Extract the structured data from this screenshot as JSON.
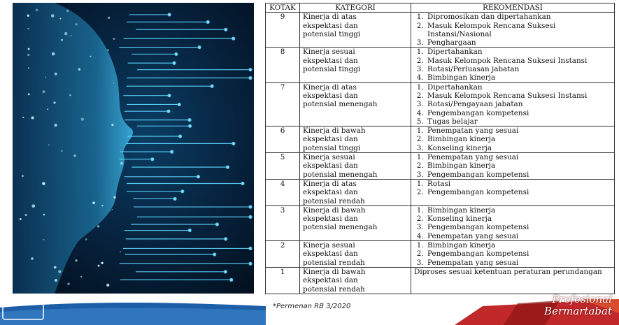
{
  "table": {
    "headers": {
      "kotak": "KOTAK",
      "kategori": "KATEGORI",
      "rekomendasi": "REKOMENDASI"
    },
    "rows": [
      {
        "kotak": "9",
        "kategori": [
          "Kinerja di atas",
          "ekspektasi dan",
          "potensial tinggi"
        ],
        "rekomendasi": [
          "Dipromosikan dan dipertahankan",
          "Masuk Kelompok Rencana Suksesi Instansi/Nasional",
          "Penghargaan"
        ]
      },
      {
        "kotak": "8",
        "kategori": [
          "Kinerja sesuai",
          "ekspektasi dan",
          "potensial tinggi"
        ],
        "rekomendasi": [
          "Dipertahankan",
          "Masuk Kelompok Rencana Suksesi Instansi",
          "Rotasi/Perluasan jabatan",
          "Bimbingan kinerja"
        ]
      },
      {
        "kotak": "7",
        "kategori": [
          "Kinerja di atas",
          "ekspektasi dan",
          "potensial menengah"
        ],
        "rekomendasi": [
          "Dipertahankan",
          "Masuk Kelompok Rencana Suksesi Instansi",
          "Rotasi/Pengayaan jabatan",
          "Pengembangan kompetensi",
          "Tugas belajar"
        ]
      },
      {
        "kotak": "6",
        "kategori": [
          "Kinerja di bawah",
          "ekspektasi dan",
          "potensial tinggi"
        ],
        "rekomendasi": [
          "Penempatan yang sesuai",
          "Bimbingan kinerja",
          "Konseling kinerja"
        ]
      },
      {
        "kotak": "5",
        "kategori": [
          "Kinerja sesuai",
          "ekspektasi dan",
          "potensial menengah"
        ],
        "rekomendasi": [
          "Penempatan yang sesuai",
          "Bimbingan kinerja",
          "Pengembangan kompetensi"
        ]
      },
      {
        "kotak": "4",
        "kategori": [
          "Kinerja di atas",
          "ekspektasi dan",
          "potensial rendah"
        ],
        "rekomendasi": [
          "Rotasi",
          "Pengembangan kompetensi"
        ]
      },
      {
        "kotak": "3",
        "kategori": [
          "Kinerja di bawah",
          "ekspektasi dan",
          "potensial menengah"
        ],
        "rekomendasi": [
          "Bimbingan kinerja",
          "Konseling kinerja",
          "Pengembangan kompetensi",
          "Penempatan yang sesuai"
        ]
      },
      {
        "kotak": "2",
        "kategori": [
          "Kinerja sesuai",
          "ekspektasi dan",
          "potensial rendah"
        ],
        "rekomendasi": [
          "Bimbingan kinerja",
          "Pengembangan kompetensi",
          "Penempatan yang sesuai"
        ]
      },
      {
        "kotak": "1",
        "kategori": [
          "Kinerja di bawah",
          "ekspektasi dan",
          "potensial rendah"
        ],
        "rekomendasi_text": "Diproses sesuai ketentuan peraturan perundangan"
      }
    ]
  },
  "source_note": "*Permenan RB 3/2020",
  "logo": {
    "line1": "Profesional",
    "line2": "Bermartabat"
  },
  "colors": {
    "footer_blue": "#1c5fa8",
    "footer_red": "#c0282a",
    "photo_glow": "#4fd2ff"
  }
}
